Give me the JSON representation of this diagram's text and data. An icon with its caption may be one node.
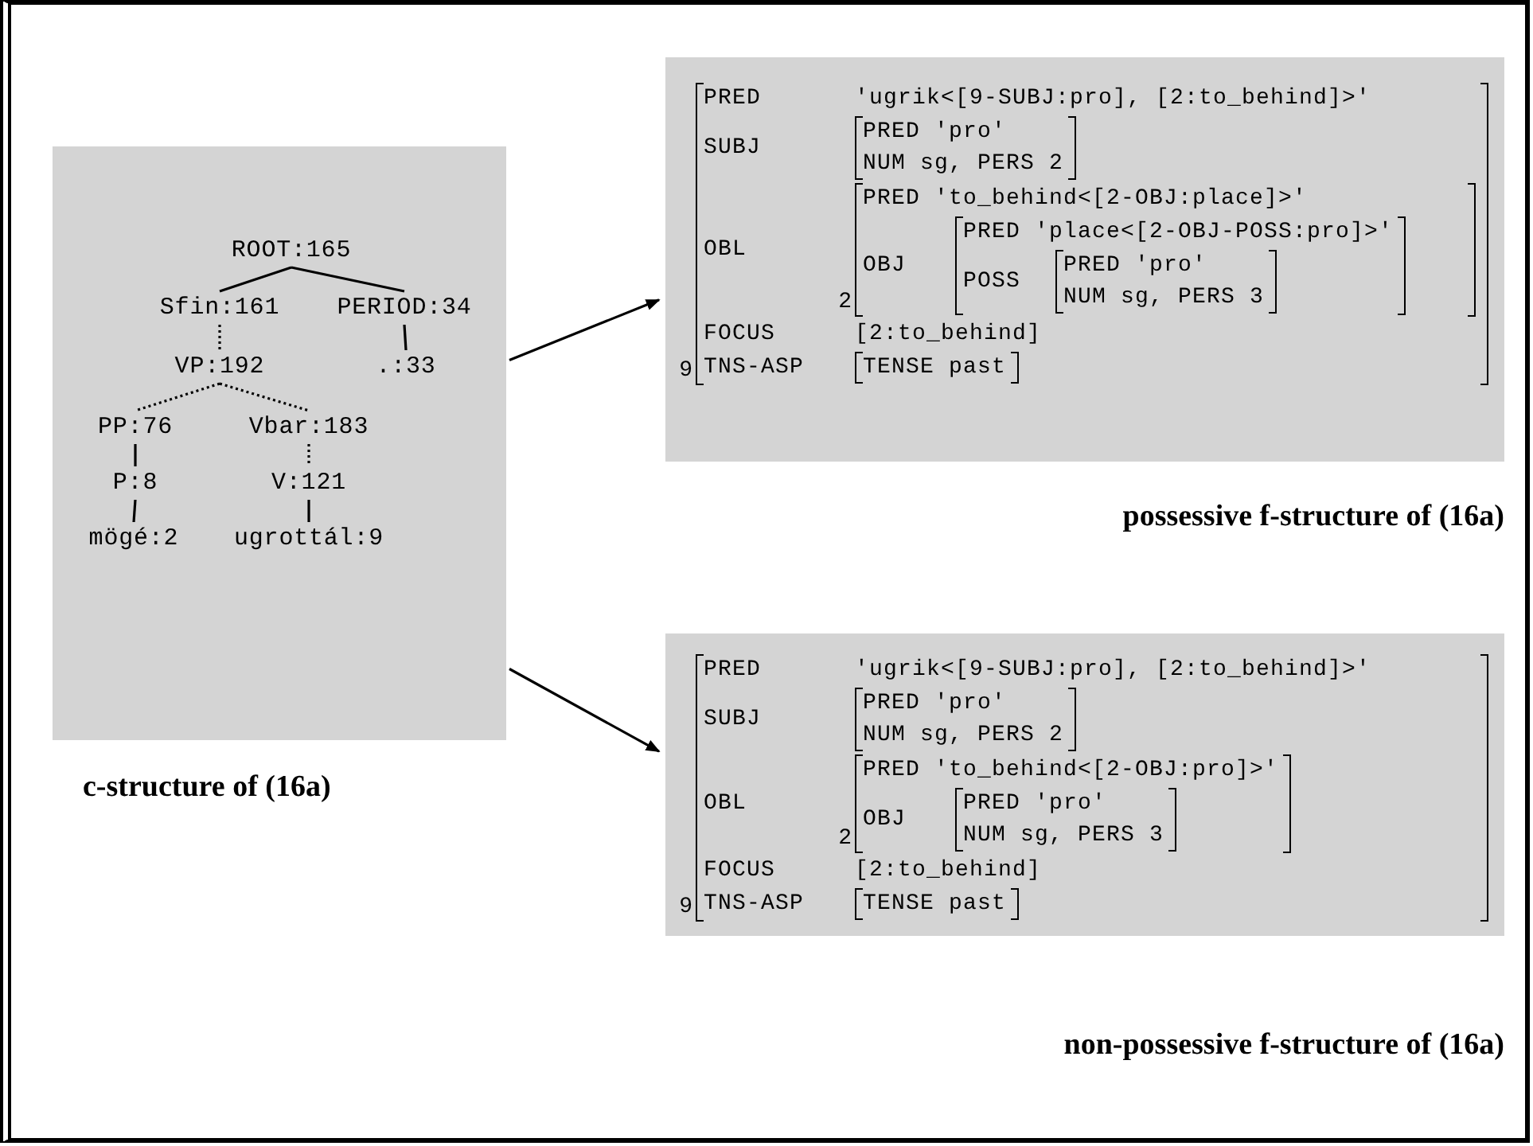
{
  "diagram": {
    "nodes": [
      {
        "text": [],
        "shape": "box",
        "beside": [
          "c-structure of (16a)"
        ]
      },
      {
        "text": [
          "ROOT:165"
        ],
        "in": 0
      },
      {
        "text": [
          "Sfin:161"
        ],
        "in": 0
      },
      {
        "text": [
          "PERIOD:34"
        ],
        "in": 0
      },
      {
        "text": [
          "VP:192"
        ],
        "in": 0
      },
      {
        "text": [
          ".:33"
        ],
        "in": 0
      },
      {
        "text": [
          "PP:76"
        ],
        "in": 0
      },
      {
        "text": [
          "Vbar:183"
        ],
        "in": 0
      },
      {
        "text": [
          "P:8"
        ],
        "in": 0
      },
      {
        "text": [
          "V:121"
        ],
        "in": 0
      },
      {
        "text": [
          "mögé:2"
        ],
        "in": 0
      },
      {
        "text": [
          "ugrottál:9"
        ],
        "in": 0
      },
      {
        "text": [],
        "shape": "box",
        "beside": [
          "possessive f-structure of (16a)"
        ]
      },
      {
        "text": [
          "PRED",
          "'ugrik<[9-SUBJ:pro], [2:to_behind]>'",
          "SUBJ",
          "OBL",
          "FOCUS",
          "[2:to_behind]",
          "TNS-ASP"
        ],
        "in": 12,
        "beside": [
          "9"
        ]
      },
      {
        "text": [
          "PRED 'pro'",
          "NUM sg, PERS 2"
        ],
        "in": 13
      },
      {
        "text": [
          "PRED 'to_behind<[2-OBJ:place]>'",
          "OBJ"
        ],
        "in": 13,
        "beside": [
          "2"
        ]
      },
      {
        "text": [
          "PRED 'place<[2-OBJ-POSS:pro]>'",
          "POSS"
        ],
        "in": 15
      },
      {
        "text": [
          "PRED 'pro'",
          "NUM sg, PERS 3"
        ],
        "in": 16
      },
      {
        "text": [
          "TENSE past"
        ],
        "in": 13
      },
      {
        "text": [],
        "shape": "box",
        "beside": [
          "non-possessive f-structure of (16a)"
        ]
      },
      {
        "text": [
          "PRED",
          "'ugrik<[9-SUBJ:pro], [2:to_behind]>'",
          "SUBJ",
          "OBL",
          "FOCUS",
          "[2:to_behind]",
          "TNS-ASP"
        ],
        "in": 19,
        "beside": [
          "9"
        ]
      },
      {
        "text": [
          "PRED 'pro'",
          "NUM sg, PERS 2"
        ],
        "in": 20
      },
      {
        "text": [
          "PRED 'to_behind<[2-OBJ:pro]>'",
          "OBJ"
        ],
        "in": 20,
        "beside": [
          "2"
        ]
      },
      {
        "text": [
          "PRED 'pro'",
          "NUM sg, PERS 3"
        ],
        "in": 22
      },
      {
        "text": [
          "TENSE past"
        ],
        "in": 20
      }
    ],
    "edges": [
      {
        "from": 1,
        "to": 2,
        "arrow": "none"
      },
      {
        "from": 1,
        "to": 3,
        "arrow": "none"
      },
      {
        "from": 2,
        "to": 4,
        "arrow": "none",
        "style": "dashed"
      },
      {
        "from": 3,
        "to": 5,
        "arrow": "none"
      },
      {
        "from": 4,
        "to": 6,
        "arrow": "none",
        "style": "dashed"
      },
      {
        "from": 4,
        "to": 7,
        "arrow": "none",
        "style": "dashed"
      },
      {
        "from": 6,
        "to": 8,
        "arrow": "none"
      },
      {
        "from": 7,
        "to": 9,
        "arrow": "none",
        "style": "dashed"
      },
      {
        "from": 8,
        "to": 10,
        "arrow": "none"
      },
      {
        "from": 9,
        "to": 11,
        "arrow": "none"
      },
      {
        "from": 0,
        "to": 12,
        "arrow": "to"
      },
      {
        "from": 0,
        "to": 19,
        "arrow": "to"
      }
    ]
  }
}
